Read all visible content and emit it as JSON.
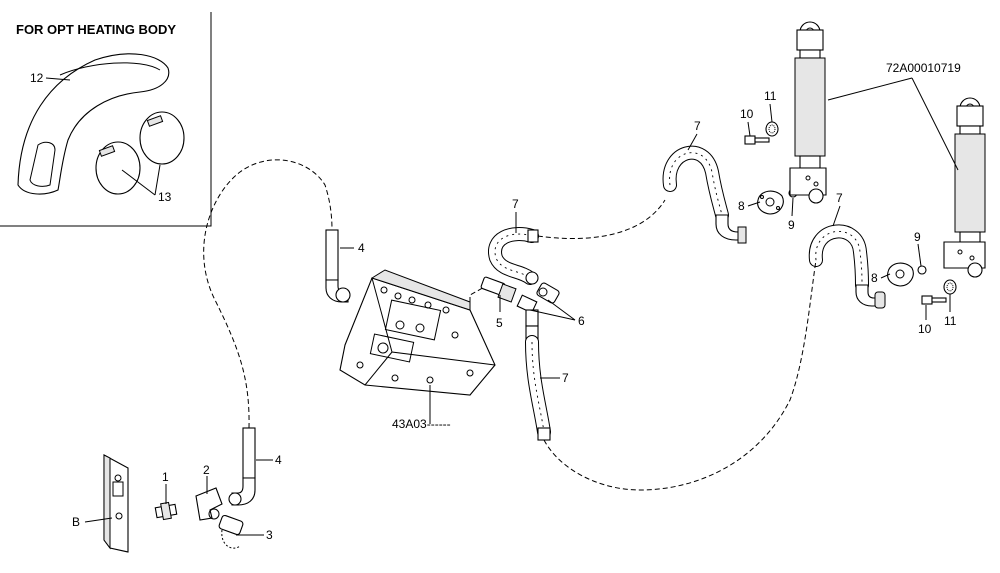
{
  "diagram": {
    "inset_title": "FOR OPT HEATING BODY",
    "reference_code": "72A00010719",
    "frame_ref": "43A03------",
    "callouts": {
      "c1": "1",
      "c2": "2",
      "c3": "3",
      "c4a": "4",
      "c4b": "4",
      "c5": "5",
      "c6": "6",
      "c7a": "7",
      "c7b": "7",
      "c7c": "7",
      "c7d": "7",
      "c8a": "8",
      "c8b": "8",
      "c9a": "9",
      "c9b": "9",
      "c10a": "10",
      "c10b": "10",
      "c11a": "11",
      "c11b": "11",
      "c12": "12",
      "c13": "13",
      "cB": "B"
    }
  }
}
